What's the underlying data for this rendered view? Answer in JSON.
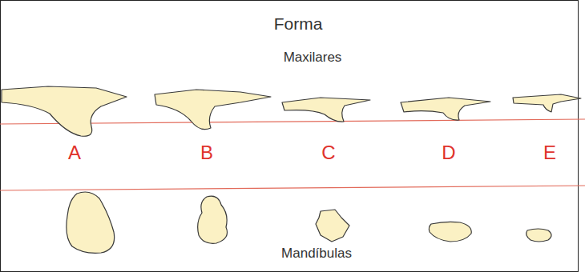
{
  "diagram": {
    "title": "Forma",
    "labels": [
      "Maxilares",
      "A",
      "B",
      "C",
      "D",
      "E",
      "Mandíbulas"
    ]
  }
}
